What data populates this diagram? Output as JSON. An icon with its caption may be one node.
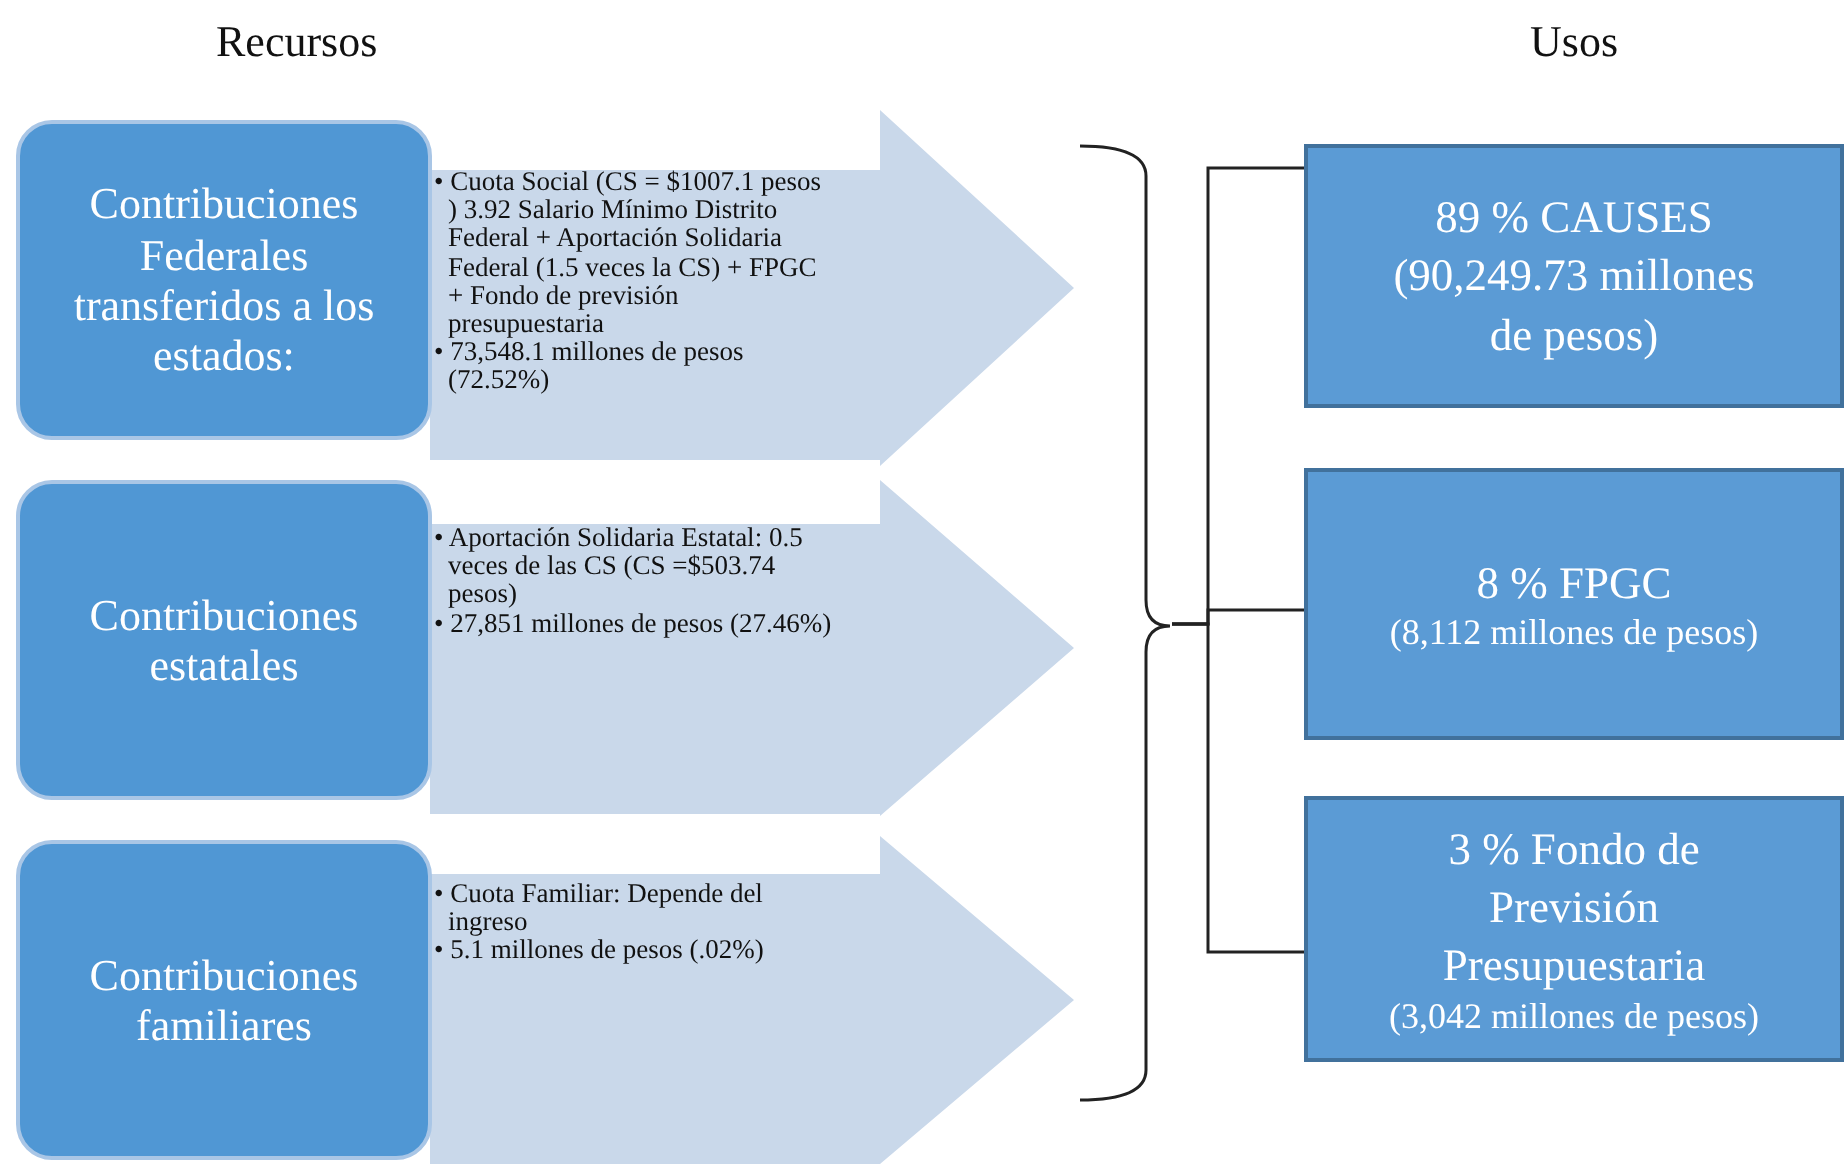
{
  "diagram": {
    "nodes": [
      {
        "text": [
          "Contribuciones Federales transferidos a los estados:"
        ]
      },
      {
        "text": [
          "• Cuota Social (CS = $1007.1 pesos ) 3.92 Salario Mínimo Distrito Federal + Aportación Solidaria Federal (1.5 veces la CS) + FPGC + Fondo de previsión presupuestaria",
          "• 73,548.1 millones de pesos (72.52%)"
        ]
      },
      {
        "text": [
          "Contribuciones estatales"
        ]
      },
      {
        "text": [
          "• Aportación Solidaria Estatal: 0.5 veces de las CS (CS =$503.74 pesos)",
          "• 27,851 millones de pesos (27.46%)"
        ]
      },
      {
        "text": [
          "Contribuciones familiares"
        ]
      },
      {
        "text": [
          "• Cuota Familiar: Depende del ingreso",
          "• 5.1 millones de pesos (.02%)"
        ]
      },
      {
        "text": [
          "89 % CAUSES (90,249.73 millones de pesos)"
        ]
      },
      {
        "text": [
          "8 % FPGC",
          "(8,112 millones de pesos)"
        ]
      },
      {
        "text": [
          "3 % Fondo de Previsión Presupuestaria",
          "(3,042 millones de pesos)"
        ]
      },
      {
        "text": [],
        "shape": "brace"
      }
    ],
    "edges": [
      {
        "from": 9,
        "to": 6,
        "arrow": "none"
      },
      {
        "from": 9,
        "to": 7,
        "arrow": "none"
      },
      {
        "from": 9,
        "to": 8,
        "arrow": "none"
      }
    ],
    "labels": [
      "Recursos",
      "Usos"
    ]
  }
}
